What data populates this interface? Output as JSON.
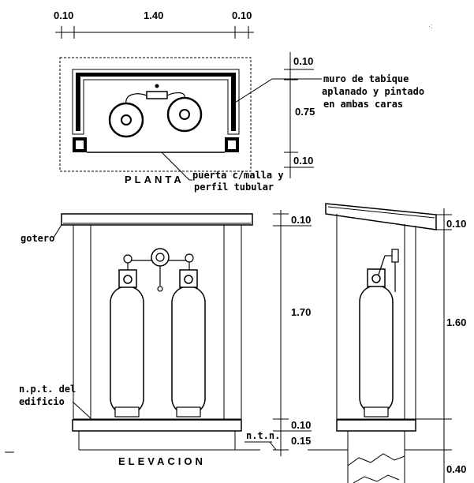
{
  "plan": {
    "title": "PLANTA",
    "top_dims": [
      "0.10",
      "1.40",
      "0.10"
    ],
    "side_dims": [
      "0.10",
      "0.75",
      "0.10"
    ],
    "wall_note": [
      "muro de tabique",
      "aplanado y pintado",
      "en ambas caras"
    ],
    "door_note": [
      "puerta c/malla y",
      "perfil tubular"
    ]
  },
  "elevation": {
    "title": "ELEVACION",
    "eave_label": "gotero",
    "floor_label": [
      "n.p.t. del",
      "edificio"
    ],
    "ground_label": "n.t.n.",
    "dims": [
      "0.10",
      "1.70",
      "0.10",
      "0.15"
    ]
  },
  "section": {
    "dims": [
      "0.10",
      "1.60",
      "0.40"
    ]
  }
}
